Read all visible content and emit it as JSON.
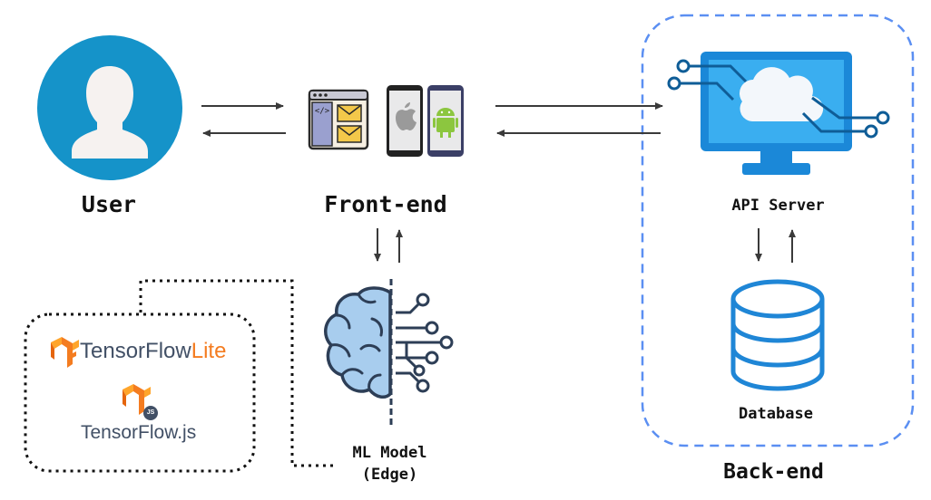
{
  "diagram": {
    "nodes": {
      "user": {
        "label": "User",
        "icon": "user-avatar-icon"
      },
      "frontend": {
        "label": "Front-end",
        "icons": [
          "web-browser-icon",
          "iphone-apple-icon",
          "android-phone-icon"
        ]
      },
      "api_server": {
        "label": "API Server",
        "icon": "cloud-monitor-icon"
      },
      "database": {
        "label": "Database",
        "icon": "database-cylinder-icon"
      },
      "ml_model": {
        "label_line1": "ML Model",
        "label_line2": "(Edge)",
        "icon": "ai-brain-circuit-icon"
      },
      "backend_group": {
        "label": "Back-end"
      }
    },
    "frameworks": {
      "tflite": {
        "name": "TensorFlow",
        "suffix": "Lite",
        "icon": "tensorflow-logo-icon"
      },
      "tfjs": {
        "name": "TensorFlow",
        "suffix": ".js",
        "badge": "JS",
        "icon": "tensorflow-js-logo-icon"
      }
    },
    "edges": [
      {
        "from": "user",
        "to": "frontend"
      },
      {
        "from": "frontend",
        "to": "user"
      },
      {
        "from": "frontend",
        "to": "api_server"
      },
      {
        "from": "api_server",
        "to": "frontend"
      },
      {
        "from": "frontend",
        "to": "ml_model"
      },
      {
        "from": "ml_model",
        "to": "frontend"
      },
      {
        "from": "api_server",
        "to": "database"
      },
      {
        "from": "database",
        "to": "api_server"
      }
    ]
  },
  "colors": {
    "user_circle": "#1593c9",
    "backend_border": "#5b8ff2",
    "tf_orange": "#f47c20",
    "tf_gray": "#425066",
    "brain_blue": "#a8cdee",
    "brain_stroke": "#2d3e56",
    "monitor_blue": "#1b88d8",
    "db_blue": "#1f86d6"
  }
}
